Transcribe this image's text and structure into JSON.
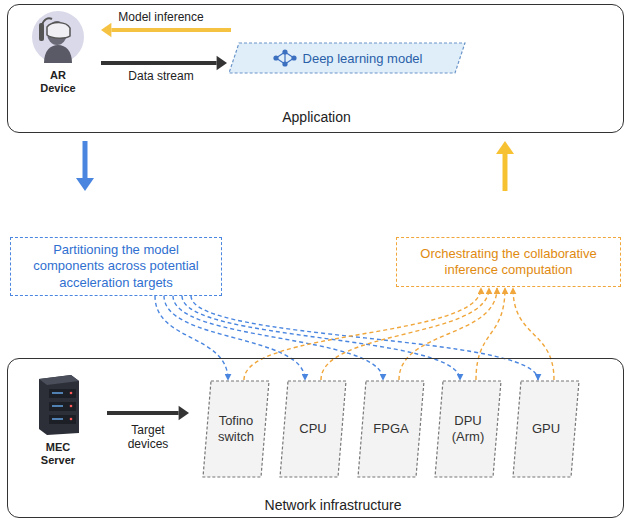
{
  "diagram": {
    "nodes": [
      {
        "text": [
          "Application"
        ]
      },
      {
        "text": [
          "AR Device"
        ],
        "in": 0
      },
      {
        "text": [
          "Deep learning model"
        ],
        "in": 0
      },
      {
        "text": [
          "Partitioning the model components across potential acceleration targets"
        ]
      },
      {
        "text": [
          "Orchestrating the collaborative inference computation"
        ]
      },
      {
        "text": [
          "Network infrastructure"
        ]
      },
      {
        "text": [
          "MEC Server"
        ],
        "in": 5
      },
      {
        "text": [
          "Tofino switch"
        ],
        "in": 5
      },
      {
        "text": [
          "CPU"
        ],
        "in": 5
      },
      {
        "text": [
          "FPGA"
        ],
        "in": 5
      },
      {
        "text": [
          "DPU (Arm)"
        ],
        "in": 5
      },
      {
        "text": [
          "GPU"
        ],
        "in": 5
      }
    ],
    "edges": [
      {
        "from": 2,
        "to": 1,
        "label": "Model inference",
        "arrow": "to"
      },
      {
        "from": 1,
        "to": 2,
        "label": "Data stream",
        "arrow": "to"
      },
      {
        "from": 0,
        "to": 3,
        "arrow": "to"
      },
      {
        "from": 4,
        "to": 0,
        "arrow": "to"
      },
      {
        "from": 3,
        "to": 7,
        "arrow": "to"
      },
      {
        "from": 3,
        "to": 8,
        "arrow": "to"
      },
      {
        "from": 3,
        "to": 9,
        "arrow": "to"
      },
      {
        "from": 3,
        "to": 10,
        "arrow": "to"
      },
      {
        "from": 3,
        "to": 11,
        "arrow": "to"
      },
      {
        "from": 7,
        "to": 4,
        "arrow": "to"
      },
      {
        "from": 8,
        "to": 4,
        "arrow": "to"
      },
      {
        "from": 9,
        "to": 4,
        "arrow": "to"
      },
      {
        "from": 10,
        "to": 4,
        "arrow": "to"
      },
      {
        "from": 11,
        "to": 4,
        "arrow": "to"
      },
      {
        "from": 6,
        "to": 7,
        "label": "Target devices",
        "arrow": "to"
      }
    ]
  }
}
